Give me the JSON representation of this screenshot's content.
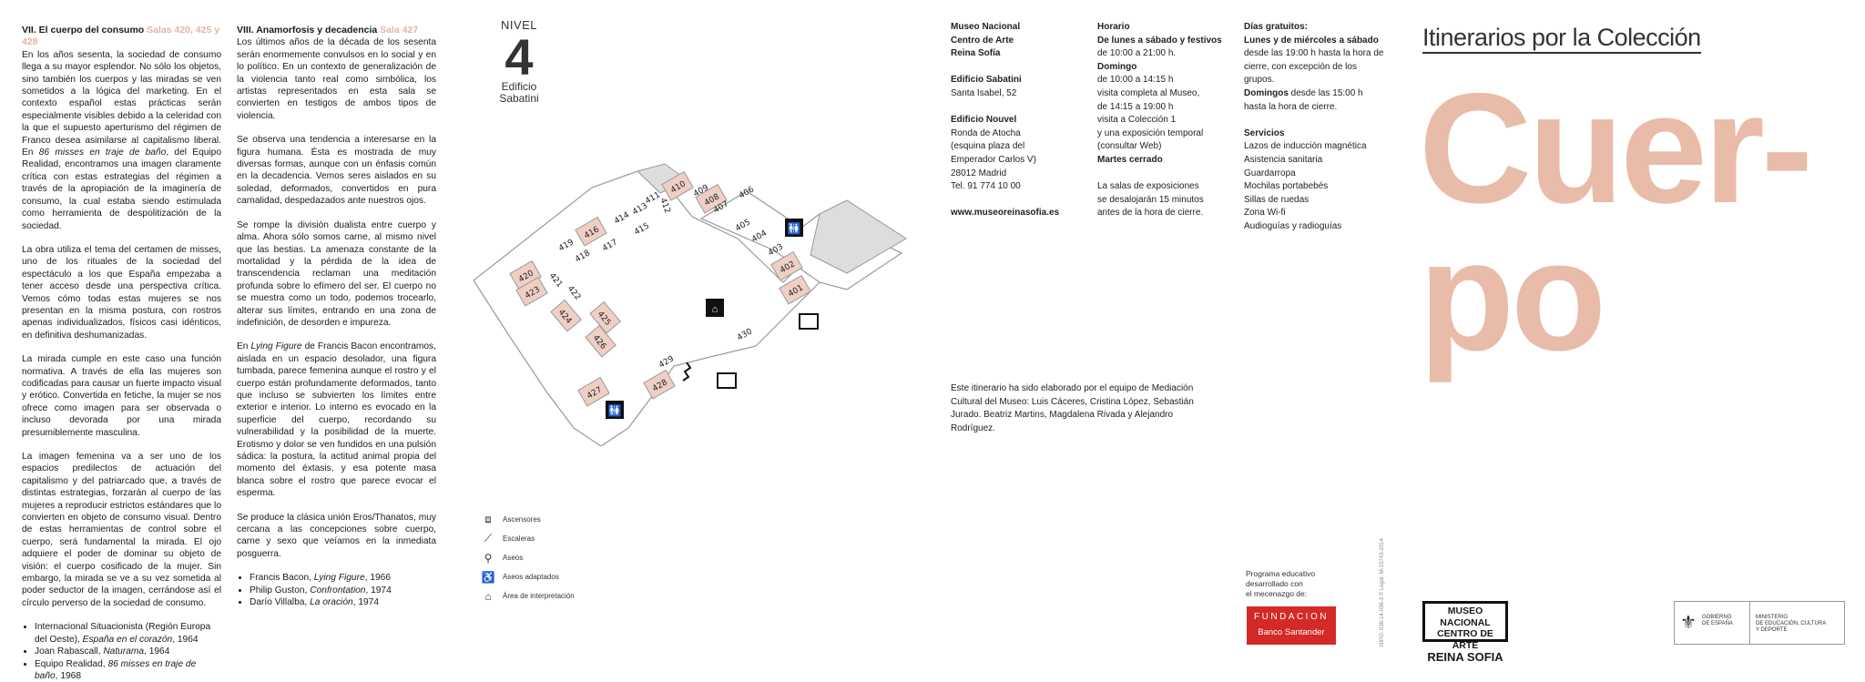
{
  "col1": {
    "heading": "VII. El cuerpo del consumo",
    "sala": "Salas 420, 425 y 428",
    "p1": {
      "a": "En los años sesenta, la sociedad de consumo llega a su mayor esplendor. No sólo los objetos, sino también los cuerpos y las miradas se ven sometidos a la lógica del marketing. En el contexto español estas prácticas serán especialmente visibles debido a la celeridad con la que el supuesto aperturismo del régimen de Franco desea asimilarse al capitalismo liberal. En ",
      "i": "86 misses en traje de baño",
      "b": ", del Equipo Realidad, encontramos una imagen claramente crítica con estas estrategias del régimen a través de la apropiación de la imaginería de consumo, la cual estaba siendo estimulada como herramienta de despolitización de la sociedad."
    },
    "p2": "La obra utiliza el tema del certamen de misses, uno de los rituales de la sociedad del espectáculo a los que España empezaba a tener acceso desde una perspectiva crítica. Vemos cómo todas estas mujeres se nos presentan en la misma postura, con rostros apenas individualizados, físicos casi idénticos, en definitiva deshumanizadas.",
    "p3": "La mirada cumple en este caso una función normativa. A través de ella las mujeres son codificadas para causar un fuerte impacto visual y erótico. Convertida en fetiche, la mujer se nos ofrece como imagen para ser observada o incluso devorada por una mirada presumiblemente masculina.",
    "p4": "La imagen femenina va a ser uno de los espacios predilectos de actuación del capitalismo y del patriarcado que, a través de distintas estrategias, forzarán al cuerpo de las mujeres a reproducir estrictos estándares que lo convierten en objeto de consumo visual. Dentro de estas herramientas de control sobre el cuerpo, será fundamental la mirada. El ojo adquiere el poder de dominar su objeto de visión: el cuerpo cosificado de la mujer. Sin embargo, la mirada se ve a su vez sometida al poder seductor de la imagen, cerrándose así el círculo perverso de la sociedad de consumo.",
    "works": [
      {
        "a": "Internacional Situacionista (Región Europa del Oeste), ",
        "i": "España en el corazón",
        "b": ", 1964"
      },
      {
        "a": "Joan Rabascall, ",
        "i": "Naturama",
        "b": ", 1964"
      },
      {
        "a": "Equipo Realidad, ",
        "i": "86 misses en traje de baño",
        "b": ", 1968"
      }
    ]
  },
  "col2": {
    "heading": "VIII. Anamorfosis y decadencia",
    "sala": "Sala 427",
    "p1": "Los últimos años de la década de los sesenta serán enormemente convulsos en lo social y en lo político. En un contexto de generalización de la violencia tanto real como simbólica, los artistas representados en esta sala se convierten en testigos de ambos tipos de violencia.",
    "p2": "Se observa una tendencia a interesarse en la figura humana. Ésta es mostrada de muy diversas formas, aunque con un énfasis común en la decadencia. Vemos seres aislados en su soledad, deformados, convertidos en pura carnalidad, despedazados ante nuestros ojos.",
    "p3": "Se rompe la división dualista entre cuerpo y alma. Ahora sólo somos carne, al mismo nivel que las bestias. La amenaza constante de la mortalidad y la pérdida de la idea de transcendencia reclaman una meditación profunda sobre lo efímero del ser. El cuerpo no se muestra como un todo, podemos trocearlo, alterar sus límites, entrando en una zona de indefinición, de desorden e impureza.",
    "p4": {
      "a": "En ",
      "i": "Lying Figure",
      "b": " de Francis Bacon encontramos, aislada en un espacio desolador, una figura tumbada, parece femenina aunque el rostro y el cuerpo están profundamente deformados, tanto que incluso se subvierten los límites entre exterior e interior. Lo interno es evocado en la superficie del cuerpo, recordando su vulnerabilidad y la posibilidad de la muerte. Erotismo y dolor se ven fundidos en una pulsión sádica: la postura, la actitud animal propia del momento del éxtasis, y esa potente masa blanca sobre el rostro que parece evocar el esperma."
    },
    "p5": "Se produce la clásica unión Eros/Thanatos, muy cercana a las concepciones sobre cuerpo, carne y sexo que veíamos en la inmediata posguerra.",
    "works": [
      {
        "a": "Francis Bacon, ",
        "i": "Lying Figure",
        "b": ", 1966"
      },
      {
        "a": "Philip Guston, ",
        "i": "Confrontation",
        "b": ", 1974"
      },
      {
        "a": "Darío Villalba, ",
        "i": "La oración",
        "b": ", 1974"
      }
    ]
  },
  "nivel": {
    "label": "NIVEL",
    "number": "4",
    "building1": "Edificio",
    "building2": "Sabatini"
  },
  "map": {
    "rooms": [
      "401",
      "402",
      "403",
      "404",
      "405",
      "406",
      "407",
      "408",
      "409",
      "410",
      "411",
      "412",
      "413",
      "414",
      "415",
      "416",
      "417",
      "418",
      "419",
      "420",
      "421",
      "422",
      "423",
      "424",
      "425",
      "426",
      "427",
      "428",
      "429",
      "430"
    ]
  },
  "legend": [
    "Ascensores",
    "Escaleras",
    "Aseos",
    "Aseos adaptados",
    "Área de interpretación"
  ],
  "info1": {
    "l1": "Museo Nacional",
    "l2": "Centro de Arte",
    "l3": "Reina Sofía",
    "sab_t": "Edificio Sabatini",
    "sab_a": "Santa Isabel, 52",
    "nou_t": "Edificio Nouvel",
    "nou_1": "Ronda de Atocha",
    "nou_2": "(esquina plaza del",
    "nou_3": "Emperador Carlos V)",
    "nou_4": "28012 Madrid",
    "nou_5": "Tel. 91 774 10 00",
    "web": "www.museoreinasofia.es"
  },
  "info2": {
    "t": "Horario",
    "h1": "De lunes a sábado y festivos",
    "h2": "de 10:00 a 21:00 h.",
    "dom": "Domingo",
    "d1": "de 10:00 a 14:15 h",
    "d2": "visita completa al Museo,",
    "d3": "de 14:15 a 19:00 h",
    "d4": "visita a Colección 1",
    "d5": "y una exposición temporal",
    "d6": "(consultar Web)",
    "mar": "Martes cerrado",
    "n1": "La salas de exposiciones",
    "n2": "se desalojarán 15 minutos",
    "n3": "antes de la hora de cierre."
  },
  "info3": {
    "t": "Días gratuitos:",
    "g1": "Lunes y de miércoles a sábado",
    "g2": "desde las 19:00 h hasta la hora de",
    "g3": "cierre, con excepción de los grupos.",
    "g4a": "Domingos",
    "g4b": " desde las 15:00 h",
    "g5": "hasta la hora de cierre.",
    "s": "Servicios",
    "s1": "Lazos de inducción magnética",
    "s2": "Asistencia sanitaria",
    "s3": "Guardarropa",
    "s4": "Mochilas portabebés",
    "s5": "Sillas de ruedas",
    "s6": "Zona Wi-fi",
    "s7": "Audioguías y radioguías"
  },
  "credit": {
    "l1": "Este itinerario ha sido elaborado por el equipo de Mediación",
    "l2": "Cultural del Museo: Luis Cáceres, Cristina López, Sebastián",
    "l3": "Jurado. Beatriz Martins, Magdalena Rivada y Alejandro",
    "l4": "Rodríguez."
  },
  "title": {
    "itinerarios": "Itinerarios por la Colección",
    "big1": "Cuer-",
    "big2": "po"
  },
  "sponsor": {
    "l1": "Programa educativo",
    "l2": "desarrollado con",
    "l3": "el mecenazgo de:",
    "fund": "FUNDACION",
    "bank": "Banco Santander"
  },
  "nipo": "NIPO: 036-14-036-3 © Legal: M-15743-2014",
  "logo": {
    "l1": "MUSEO NACIONAL",
    "l2": "CENTRO DE ARTE",
    "l3": "REINA SOFIA"
  },
  "gob": {
    "a": "GOBIERNO",
    "b": "DE ESPAÑA",
    "c": "MINISTERIO",
    "d": "DE EDUCACIÓN, CULTURA",
    "e": "Y DEPORTE"
  },
  "colors": {
    "accent": "#e8bca9",
    "room_highlight": "#efcfc4",
    "fund": "#d32a27"
  }
}
